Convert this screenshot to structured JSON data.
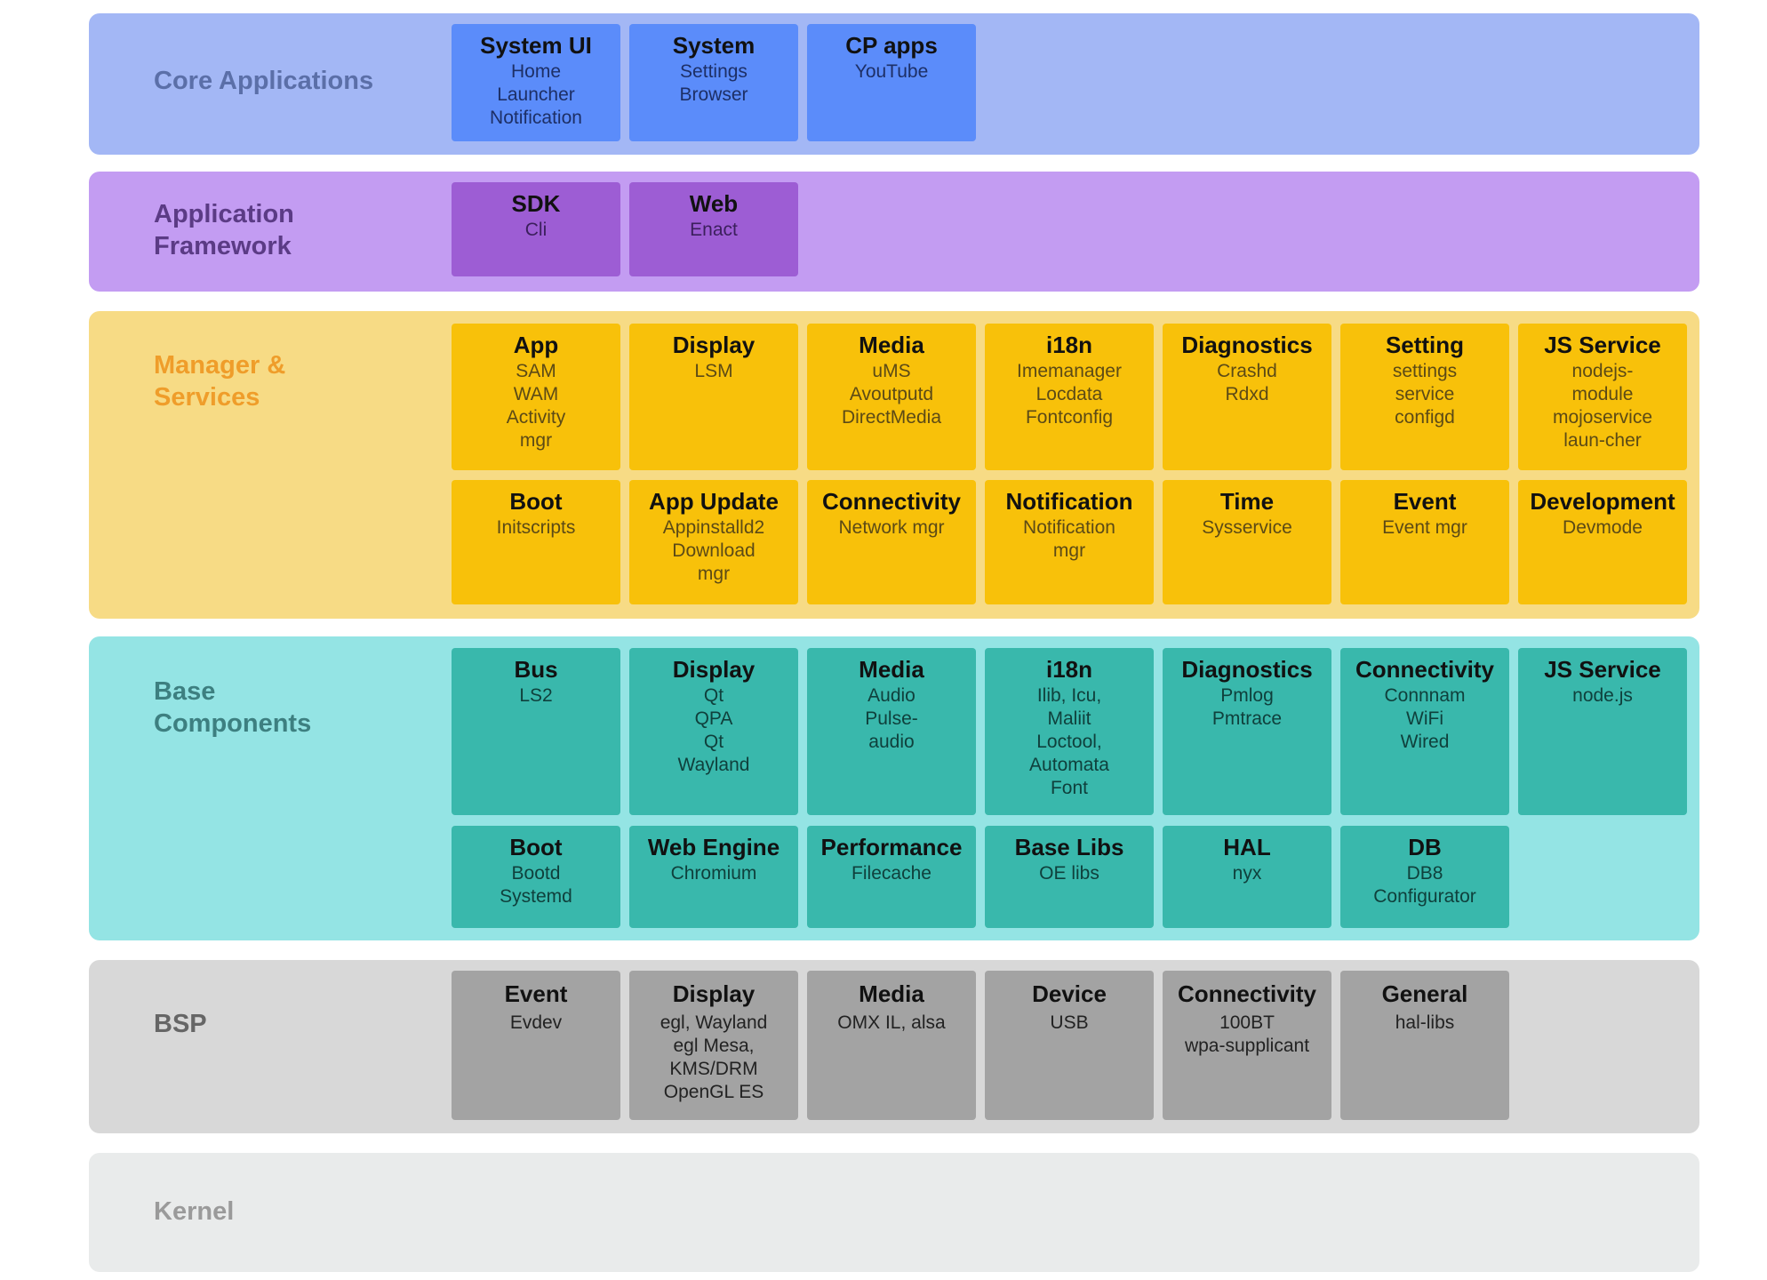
{
  "layers": {
    "core": {
      "title": "Core Applications",
      "boxes": [
        {
          "title": "System UI",
          "sub": "Home\nLauncher\nNotification"
        },
        {
          "title": "System",
          "sub": "Settings\nBrowser"
        },
        {
          "title": "CP apps",
          "sub": "YouTube"
        }
      ]
    },
    "framework": {
      "title": "Application\nFramework",
      "boxes": [
        {
          "title": "SDK",
          "sub": "Cli"
        },
        {
          "title": "Web",
          "sub": "Enact"
        }
      ]
    },
    "manager": {
      "title": "Manager &\nServices",
      "boxes": [
        {
          "title": "App",
          "sub": "SAM\nWAM\nActivity\nmgr"
        },
        {
          "title": "Display",
          "sub": "LSM"
        },
        {
          "title": "Media",
          "sub": "uMS\nAvoutputd\nDirectMedia"
        },
        {
          "title": "i18n",
          "sub": "Imemanager\nLocdata\nFontconfig"
        },
        {
          "title": "Diagnostics",
          "sub": "Crashd\nRdxd"
        },
        {
          "title": "Setting",
          "sub": "settings\nservice\nconfigd"
        },
        {
          "title": "JS Service",
          "sub": "nodejs-\nmodule\nmojoservice\nlaun-cher"
        },
        {
          "title": "Boot",
          "sub": "Initscripts"
        },
        {
          "title": "App Update",
          "sub": "Appinstalld2\nDownload\nmgr"
        },
        {
          "title": "Connectivity",
          "sub": "Network mgr"
        },
        {
          "title": "Notification",
          "sub": "Notification\nmgr"
        },
        {
          "title": "Time",
          "sub": "Sysservice"
        },
        {
          "title": "Event",
          "sub": "Event mgr"
        },
        {
          "title": "Development",
          "sub": "Devmode"
        }
      ]
    },
    "base": {
      "title": "Base\nComponents",
      "boxes": [
        {
          "title": "Bus",
          "sub": "LS2"
        },
        {
          "title": "Display",
          "sub": "Qt\nQPA\nQt\nWayland"
        },
        {
          "title": "Media",
          "sub": "Audio\nPulse-\naudio"
        },
        {
          "title": "i18n",
          "sub": "Ilib, Icu,\nMaliit\nLoctool,\nAutomata\nFont"
        },
        {
          "title": "Diagnostics",
          "sub": "Pmlog\nPmtrace"
        },
        {
          "title": "Connectivity",
          "sub": "Connnam\nWiFi\nWired"
        },
        {
          "title": "JS Service",
          "sub": "node.js"
        },
        {
          "title": "Boot",
          "sub": "Bootd\nSystemd"
        },
        {
          "title": "Web Engine",
          "sub": "Chromium"
        },
        {
          "title": "Performance",
          "sub": "Filecache"
        },
        {
          "title": "Base Libs",
          "sub": "OE libs"
        },
        {
          "title": "HAL",
          "sub": "nyx"
        },
        {
          "title": "DB",
          "sub": "DB8\nConfigurator"
        }
      ]
    },
    "bsp": {
      "title": "BSP",
      "boxes": [
        {
          "title": "Event",
          "sub": "Evdev"
        },
        {
          "title": "Display",
          "sub": "egl, Wayland\negl Mesa,\nKMS/DRM\nOpenGL ES"
        },
        {
          "title": "Media",
          "sub": "OMX IL, alsa"
        },
        {
          "title": "Device",
          "sub": "USB"
        },
        {
          "title": "Connectivity",
          "sub": "100BT\nwpa-supplicant"
        },
        {
          "title": "General",
          "sub": "hal-libs"
        }
      ]
    },
    "kernel": {
      "title": "Kernel"
    }
  },
  "colors": {
    "core_band": "#a3b7f5",
    "core_box": "#5b8cfa",
    "framework_band": "#c39cf2",
    "framework_box": "#9d5dd4",
    "manager_band": "#f7db85",
    "manager_box": "#f8c10a",
    "base_band": "#94e4e4",
    "base_box": "#39b8ac",
    "bsp_band": "#d8d8d8",
    "bsp_box": "#a3a3a3",
    "kernel_band": "#e9ebeb"
  }
}
